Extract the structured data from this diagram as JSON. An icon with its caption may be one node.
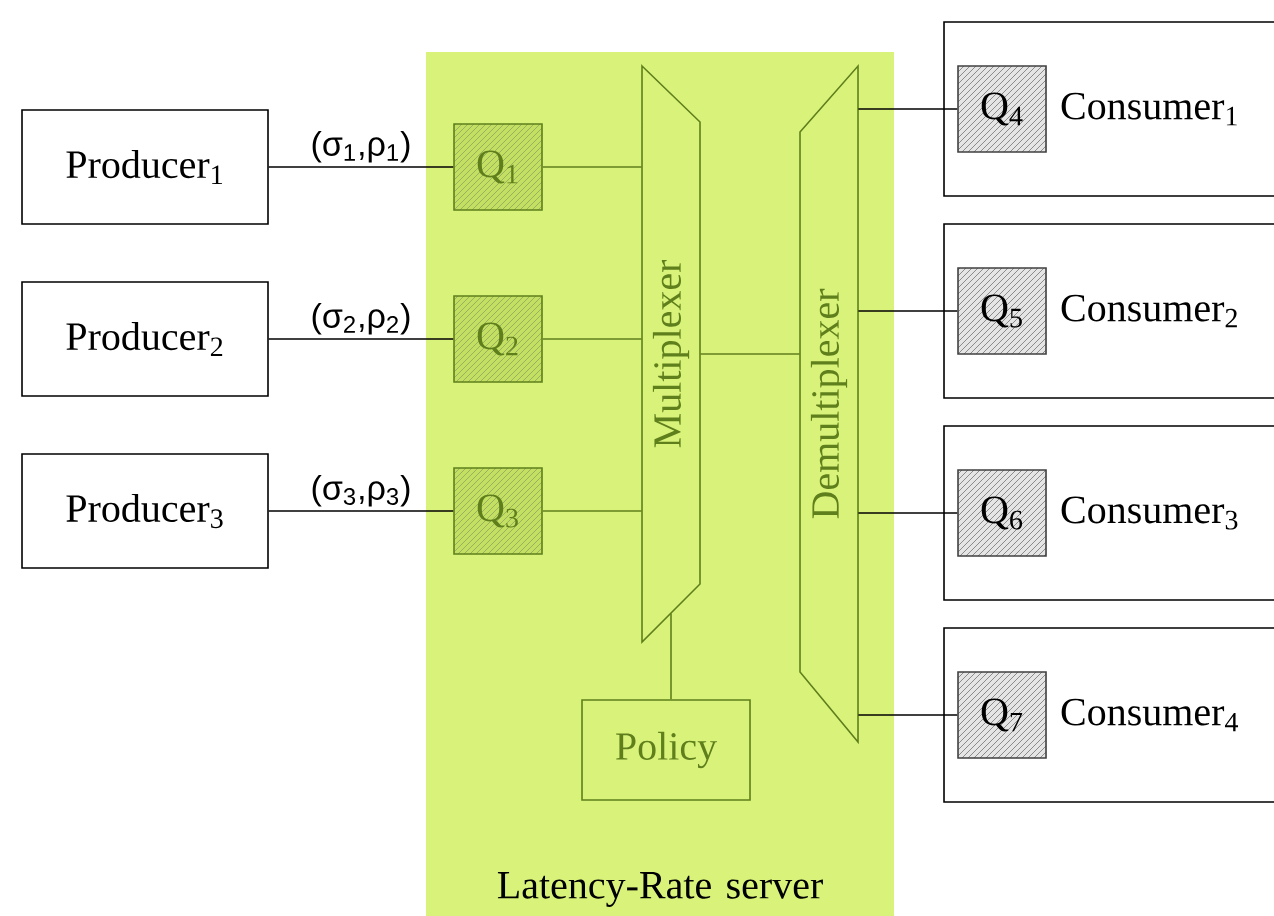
{
  "diagram": {
    "nodes": [
      {
        "text": [
          "Latency-Rate server"
        ]
      },
      {
        "text": [
          "Producer$_{1}$"
        ]
      },
      {
        "text": [
          "Producer$_{2}$"
        ]
      },
      {
        "text": [
          "Producer$_{3}$"
        ]
      },
      {
        "text": [
          "Q$_{1}$"
        ],
        "in": 0
      },
      {
        "text": [
          "Q$_{2}$"
        ],
        "in": 0
      },
      {
        "text": [
          "Q$_{3}$"
        ],
        "in": 0
      },
      {
        "text": [
          "Multiplexer"
        ],
        "in": 0
      },
      {
        "text": [
          "Demultiplexer"
        ],
        "in": 0
      },
      {
        "text": [
          "Policy"
        ],
        "in": 0
      },
      {
        "text": [
          "Consumer$_{1}$"
        ]
      },
      {
        "text": [
          "Q$_{4}$"
        ],
        "in": 10
      },
      {
        "text": [
          "Consumer$_{2}$"
        ]
      },
      {
        "text": [
          "Q$_{5}$"
        ],
        "in": 12
      },
      {
        "text": [
          "Consumer$_{3}$"
        ]
      },
      {
        "text": [
          "Q$_{6}$"
        ],
        "in": 14
      },
      {
        "text": [
          "Consumer$_{4}$"
        ]
      },
      {
        "text": [
          "Q$_{7}$"
        ],
        "in": 16
      }
    ],
    "edges": [
      {
        "from": 1,
        "to": 4,
        "arrow": "none",
        "label": "(σ$_{1}$,ρ$_{1}$)"
      },
      {
        "from": 2,
        "to": 5,
        "arrow": "none",
        "label": "(σ$_{2}$,ρ$_{2}$)"
      },
      {
        "from": 3,
        "to": 6,
        "arrow": "none",
        "label": "(σ$_{3}$,ρ$_{3}$)"
      },
      {
        "from": 4,
        "to": 7,
        "arrow": "none",
        "color": "#5f7f1c"
      },
      {
        "from": 5,
        "to": 7,
        "arrow": "none",
        "color": "#5f7f1c"
      },
      {
        "from": 6,
        "to": 7,
        "arrow": "none",
        "color": "#5f7f1c"
      },
      {
        "from": 7,
        "to": 8,
        "arrow": "none",
        "color": "#5f7f1c"
      },
      {
        "from": 7,
        "to": 9,
        "arrow": "none",
        "color": "#5f7f1c"
      },
      {
        "from": 8,
        "to": 11,
        "arrow": "none"
      },
      {
        "from": 8,
        "to": 13,
        "arrow": "none"
      },
      {
        "from": 8,
        "to": 15,
        "arrow": "none"
      },
      {
        "from": 8,
        "to": 17,
        "arrow": "none"
      }
    ]
  }
}
